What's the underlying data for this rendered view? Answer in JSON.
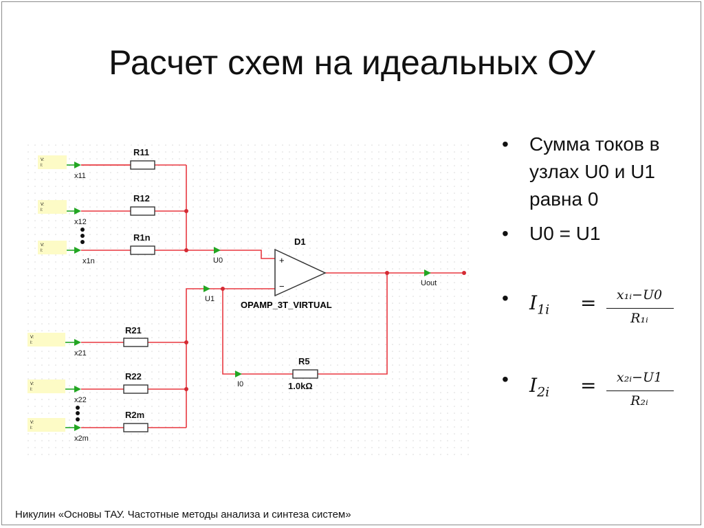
{
  "slide": {
    "title": "Расчет схем на идеальных ОУ",
    "footer": "Никулин «Основы ТАУ. Частотные методы анализа и синтеза систем»"
  },
  "bullets": [
    {
      "symbol": "•",
      "text": "Сумма токов в узлах U0 и U1 равна 0"
    },
    {
      "symbol": "•",
      "text": "U0 = U1"
    },
    {
      "symbol": "•",
      "text": ""
    },
    {
      "symbol": "•",
      "text": ""
    }
  ],
  "formulas": [
    {
      "lhs": "I",
      "lhs_sub": "1i",
      "eq": "=",
      "numerator": "x₁ᵢ−U0",
      "denominator": "R₁ᵢ"
    },
    {
      "lhs": "I",
      "lhs_sub": "2i",
      "eq": "=",
      "numerator": "x₂ᵢ−U1",
      "denominator": "R₂ᵢ"
    }
  ],
  "schematic": {
    "sources_label": {
      "v": "V:",
      "i": "I:"
    },
    "inputs": [
      {
        "node": "x11",
        "resistor": "R11"
      },
      {
        "node": "x12",
        "resistor": "R12"
      },
      {
        "node": "x1n",
        "resistor": "R1n"
      },
      {
        "node": "x21",
        "resistor": "R21"
      },
      {
        "node": "x22",
        "resistor": "R22"
      },
      {
        "node": "x2m",
        "resistor": "R2m"
      }
    ],
    "opamp": {
      "ref": "D1",
      "model": "OPAMP_3T_VIRTUAL",
      "plus": "+",
      "minus": "−"
    },
    "feedback": {
      "ref": "R5",
      "value": "1.0kΩ"
    },
    "probes": {
      "u0": "U0",
      "u1": "U1",
      "i0": "I0",
      "uout": "Uout"
    },
    "colors": {
      "wire": "#e8373f",
      "probe": "#23a623",
      "source_fill": "#fdfbc6"
    }
  }
}
